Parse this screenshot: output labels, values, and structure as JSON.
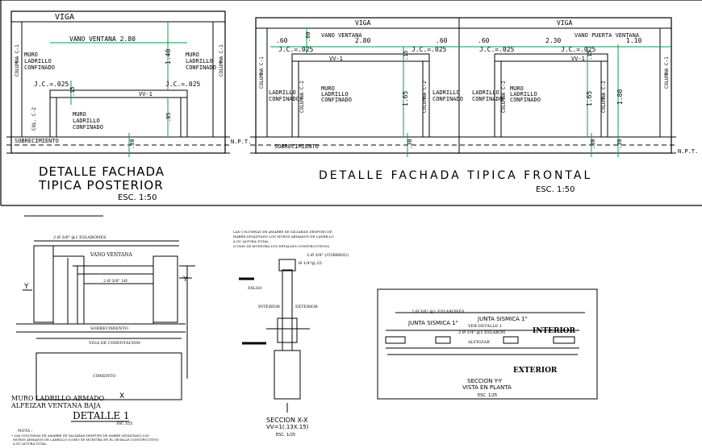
{
  "top": {
    "posterior": {
      "viga": "VIGA",
      "vano": "VANO VENTANA 2.80",
      "col_left": "COLUMNA C-1",
      "col_right": "COLUMNA C-1",
      "muro_left": [
        "MURO",
        "LADRILLO",
        "CONFINADO"
      ],
      "muro_right": [
        "MURO",
        "LADRILLO",
        "CONFINADO"
      ],
      "muro_center": [
        "MURO",
        "LADRILLO",
        "CONFINADO"
      ],
      "jc_left": "J.C.=.025",
      "jc_right": "J.C.=.025",
      "dim_140": "1.40",
      "dim_15": ".15",
      "dim_85": ".85",
      "dim_30": ".30",
      "vv": "VV-1",
      "col_c2": "COL. C-2",
      "sobrecimiento": "SOBRECIMIENTO",
      "title1": "DETALLE FACHADA",
      "title2": "TIPICA POSTERIOR",
      "esc": "ESC. 1:50"
    },
    "npt1": "N.P.T.",
    "npt2": "N.P.T.",
    "frontal": {
      "viga1": "VIGA",
      "viga2": "VIGA",
      "d60a": ".60",
      "d60b": ".60",
      "d60c": ".60",
      "d60v": ".60",
      "vano1": "VANO VENTANA",
      "d280": "2.80",
      "vano2": "VANO PUERTA VENTANA",
      "d230": "2.30",
      "d110": "1.10",
      "jc1": "J.C.=.025",
      "jc2": "J.C.=.025",
      "jc3": "J.C.=.025",
      "jc4": "J.C.=.025",
      "vv1": "VV-1",
      "vv2": "VV-1",
      "d15a": ".15",
      "d15b": ".15",
      "d165a": "1.65",
      "d165b": "1.65",
      "d180": "1.80",
      "d30a": ".30",
      "d30b": ".30",
      "d30c": ".30",
      "col_c1_left": "COLUMNA C-1",
      "col_c1_right": "COLUMNA C-1",
      "col_c2a": "COLUMNA C-2",
      "col_c2b": "COLUMNA C-2",
      "col_c2c": "COLUMNA C-2",
      "col_c2d": "COLUMNA C-2",
      "ladrillo1": [
        "LADRILLO",
        "CONFINADO"
      ],
      "ladrillo2": [
        "MURO",
        "LADRILLO",
        "CONFINADO"
      ],
      "ladrillo3": [
        "LADRILLO",
        "CONFINADO"
      ],
      "ladrillo4": [
        "LADRILLO",
        "CONFINADO"
      ],
      "ladrillo5": [
        "MURO",
        "LADRILLO",
        "CONFINADO"
      ],
      "sobrecimiento": "SOBRECIMIENTO",
      "title": "DETALLE FACHADA TIPICA FRONTAL",
      "esc": "ESC. 1:50"
    }
  },
  "detalle1": {
    "top_note": "2 Ø 3/8\" @1 ESLABONES",
    "vano": "VANO VENTANA",
    "arm": "2 Ø 3/8\" 1Ø",
    "sobrecimiento": "SOBRECIMIENTO",
    "viga": "VIGA DE CIMENTACION",
    "cimiento": "CIMIENTO",
    "y_left": "Y",
    "y_right": "Y",
    "x": "X",
    "muro": "MURO LADRILLO ARMADO",
    "alfeizar": "ALFEIZAR VENTANA BAJA",
    "title": "DETALLE 1",
    "esc": "ESC. 1/25",
    "nota_title": "NOTA :",
    "nota1": "• LAS COLUMNAS DE AMARRE SE VACIARAN DESPUES DE HABER LEVANTADO LOS",
    "nota2": "MUROS ARMADOS DE LADRILLO (COMO SE MUESTRA EN EL DETALLE CONSTRUCTIVO)",
    "nota3": "A SU ALTURA TOTAL."
  },
  "seccion_xx": {
    "note1": "LAS COLUMNAS DE AMARRE SE VACIARAN DESPUES DE",
    "note2": "HABER LEVANTADO LOS MUROS ARMADOS DE LADRILLO",
    "note3": "A SU ALTURA TOTAL.",
    "note4": "(COMO SE MUESTRA LOS DETALLES CONSTRUCTIVOS)",
    "armado": "2 Ø 3/8\" (CORRIDO)",
    "estribo": "Ø 1/4\"@.25",
    "label_a": "FALSO",
    "label_b": "INTERIOR",
    "label_c": "EXTERIOR",
    "title": "SECCION X-X",
    "vv": "VV=1(.13X.15)",
    "esc": "ESC. 1/25"
  },
  "seccion_yy": {
    "eslab": "2 Ø 3/8\" @1 ESLABONES",
    "junta1": "JUNTA SISMICA 1\"",
    "junta2": "JUNTA SISMICA 1\"",
    "ver": "VER DETALLE 1",
    "arm": "2 Ø 1/4\" @1 ESLABON",
    "alfeizar": "ALFEIZAR",
    "interior": "INTERIOR",
    "exterior": "EXTERIOR",
    "title1": "SECCION Y-Y",
    "title2": "VISTA EN PLANTA",
    "esc": "ESC. 1/25"
  }
}
